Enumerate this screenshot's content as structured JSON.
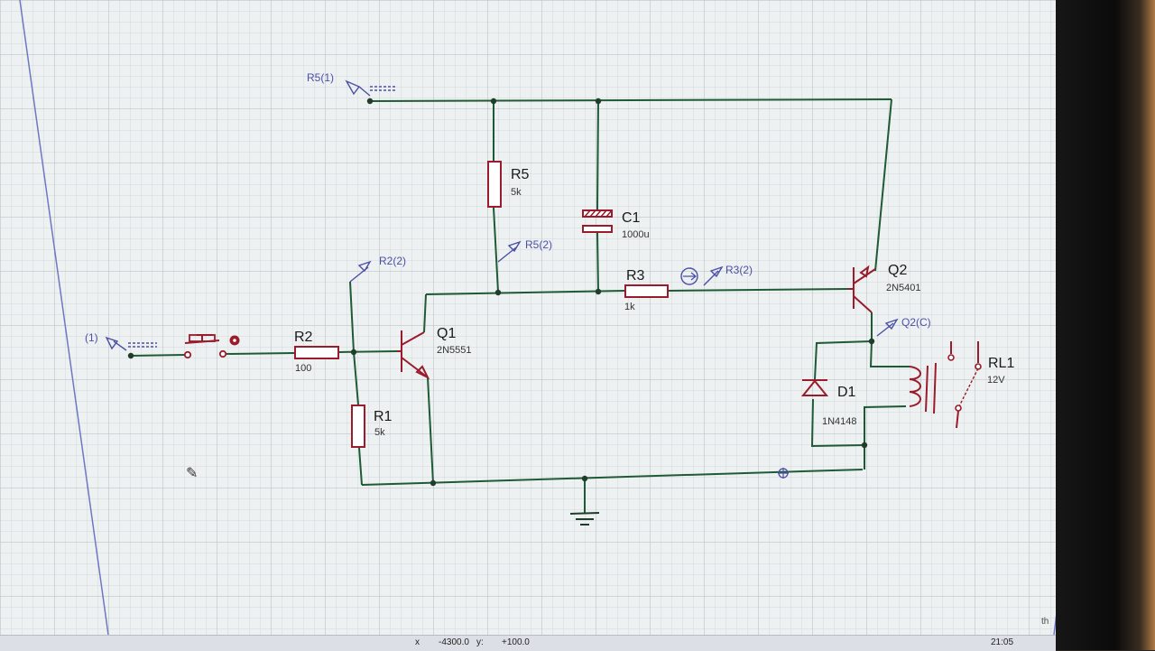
{
  "app": {
    "status_bar": {
      "x_label": "x",
      "x_value": "-4300.0",
      "y_label": "y:",
      "y_value": "+100.0",
      "clock": "21:05",
      "tray_text": "th"
    }
  },
  "schematic": {
    "components": [
      {
        "ref": "R5",
        "value": "5k"
      },
      {
        "ref": "C1",
        "value": "1000u"
      },
      {
        "ref": "R3",
        "value": "1k"
      },
      {
        "ref": "Q2",
        "value": "2N5401"
      },
      {
        "ref": "Q1",
        "value": "2N5551"
      },
      {
        "ref": "R2",
        "value": "100"
      },
      {
        "ref": "R1",
        "value": "5k"
      },
      {
        "ref": "D1",
        "value": "1N4148"
      },
      {
        "ref": "RL1",
        "value": "12V"
      }
    ],
    "net_labels": {
      "r5_1": "R5(1)",
      "r5_2": "R5(2)",
      "r2_2": "R2(2)",
      "r3_2": "R3(2)",
      "q2_c": "Q2(C)",
      "input": "(1)"
    }
  },
  "colors": {
    "wire": "#1f5a36",
    "component": "#9a1c2c",
    "probe": "#4b4fa6",
    "grid_background": "#eef1f2"
  },
  "icons": [
    "pencil-cursor-icon",
    "ground-symbol",
    "probe-arrow-icon"
  ]
}
